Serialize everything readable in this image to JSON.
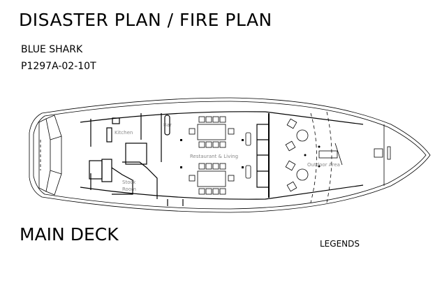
{
  "header": {
    "title": "DISASTER PLAN / FIRE PLAN",
    "vessel_name": "BLUE SHARK",
    "drawing_code": "P1297A-02-10T"
  },
  "plan": {
    "deck_title": "MAIN DECK",
    "rooms": {
      "kitchen": "Kitchen",
      "bar": "Bar",
      "restaurant": "Restaurant & Living",
      "stock_1": "Stock",
      "stock_2": "Room",
      "outdoor": "Outdoor Area"
    }
  },
  "legend": {
    "title": "LEGENDS"
  }
}
